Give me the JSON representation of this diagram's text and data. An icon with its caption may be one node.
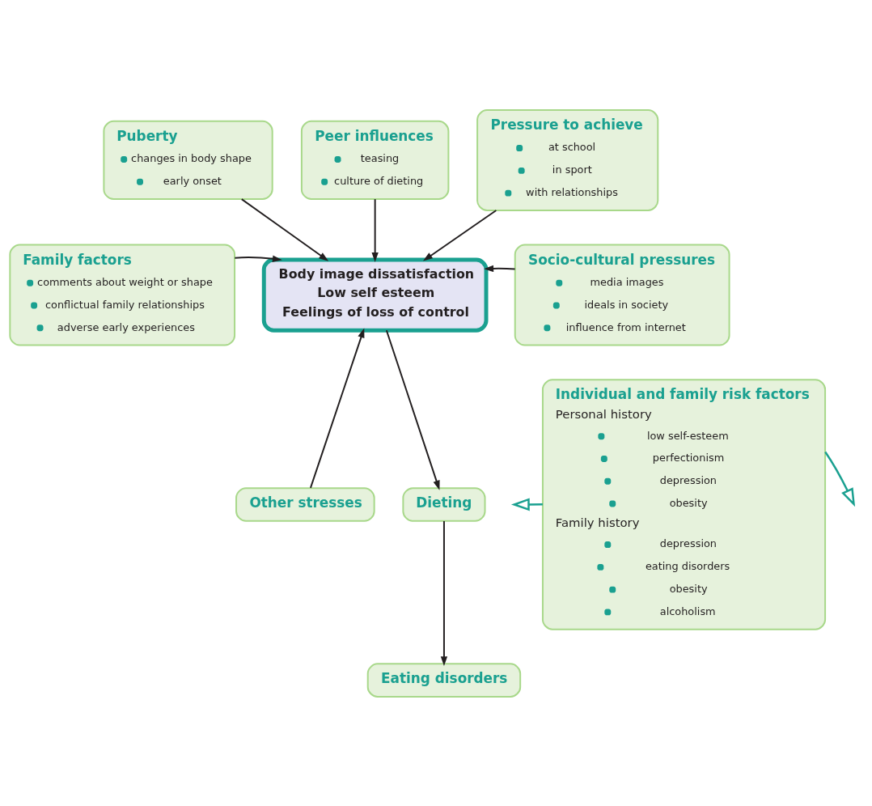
{
  "diagram": {
    "nodes": [
      {
        "text": [
          "Puberty",
          "changes in body shape",
          "early onset"
        ]
      },
      {
        "text": [
          "Peer influences",
          "teasing",
          "culture of dieting"
        ]
      },
      {
        "text": [
          "Pressure to achieve",
          "at school",
          "in sport",
          "with relationships"
        ]
      },
      {
        "text": [
          "Family factors",
          "comments about weight or shape",
          "conflictual family relationships",
          "adverse early experiences"
        ]
      },
      {
        "text": [
          "Body image dissatisfaction",
          "Low self esteem",
          "Feelings of loss of control"
        ]
      },
      {
        "text": [
          "Socio-cultural pressures",
          "media images",
          "ideals in society",
          "influence from internet"
        ]
      },
      {
        "text": [
          "Other stresses"
        ]
      },
      {
        "text": [
          "Dieting"
        ]
      },
      {
        "text": [
          "Individual and family risk factors",
          "Personal history",
          "low self-esteem",
          "perfectionism",
          "depression",
          "obesity",
          "Family history",
          "depression",
          "eating disorders",
          "obesity",
          "alcoholism"
        ]
      },
      {
        "text": [
          "Eating disorders"
        ]
      }
    ],
    "edges": [
      {
        "from": 0,
        "to": 4,
        "arrow": "to"
      },
      {
        "from": 1,
        "to": 4,
        "arrow": "to"
      },
      {
        "from": 2,
        "to": 4,
        "arrow": "to"
      },
      {
        "from": 3,
        "to": 4,
        "arrow": "to"
      },
      {
        "from": 5,
        "to": 4,
        "arrow": "to"
      },
      {
        "from": 6,
        "to": 4,
        "arrow": "to"
      },
      {
        "from": 4,
        "to": 7,
        "arrow": "to"
      },
      {
        "from": 7,
        "to": 9,
        "arrow": "to"
      },
      {
        "from": 8,
        "to": null,
        "arrow": "to",
        "color": "#1aa090"
      },
      {
        "from": 8,
        "to": null,
        "arrow": "to",
        "color": "#1aa090"
      }
    ]
  }
}
